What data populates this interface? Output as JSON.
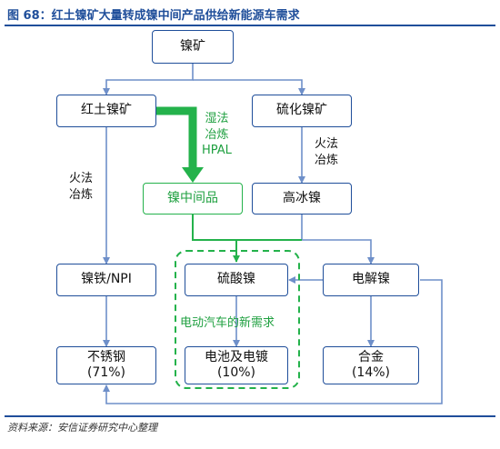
{
  "figure": {
    "title": "图 68：红土镍矿大量转成镍中间产品供给新能源车需求",
    "source": "资料来源：安信证券研究中心整理"
  },
  "nodes": {
    "nickel_ore": "镍矿",
    "laterite": "红土镍矿",
    "sulfide": "硫化镍矿",
    "intermediate": "镍中间品",
    "matte": "高冰镍",
    "ferronickel": "镍铁/NPI",
    "nickel_sulfate": "硫酸镍",
    "electrolytic": "电解镍",
    "stainless": {
      "name": "不锈钢",
      "share": "(71%)"
    },
    "battery": {
      "name": "电池及电镀",
      "share": "(10%)"
    },
    "alloy": {
      "name": "合金",
      "share": "(14%)"
    }
  },
  "labels": {
    "hpal": {
      "line1": "湿法",
      "line2": "冶炼",
      "line3": "HPAL"
    },
    "pyro_left": {
      "line1": "火法",
      "line2": "冶炼"
    },
    "pyro_right": {
      "line1": "火法",
      "line2": "冶炼"
    },
    "ev_demand": "电动汽车的新需求"
  },
  "colors": {
    "blue": "#1f4e9a",
    "arrow_blue": "#6e8fc9",
    "green": "#24b24b"
  }
}
